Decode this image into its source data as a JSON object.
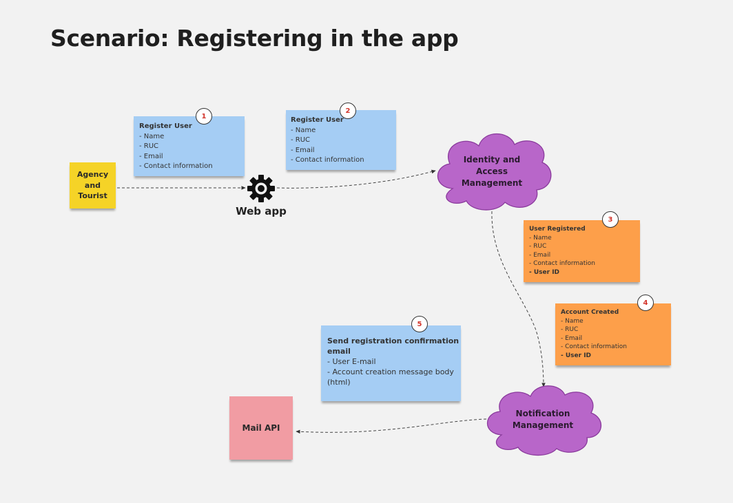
{
  "title": "Scenario: Registering in the app",
  "actors": {
    "agency": {
      "line1": "Agency",
      "line2": "and",
      "line3": "Tourist"
    },
    "webapp": {
      "label": "Web app"
    },
    "mail_api": {
      "label": "Mail API"
    }
  },
  "services": {
    "iam": {
      "line1": "Identity and",
      "line2": "Access",
      "line3": "Management"
    },
    "notification": {
      "line1": "Notification",
      "line2": "Management"
    }
  },
  "notes": {
    "n1": {
      "badge": "1",
      "heading": "Register User",
      "lines": [
        "- Name",
        "- RUC",
        "- Email",
        "- Contact information"
      ]
    },
    "n2": {
      "badge": "2",
      "heading": "Register User",
      "lines": [
        "- Name",
        "- RUC",
        "- Email",
        "- Contact information"
      ]
    },
    "n3": {
      "badge": "3",
      "heading": "User Registered",
      "lines": [
        "- Name",
        "- RUC",
        "- Email",
        "- Contact information",
        "- User ID"
      ]
    },
    "n4": {
      "badge": "4",
      "heading": "Account Created",
      "lines": [
        "- Name",
        "- RUC",
        "- Email",
        "- Contact information",
        "- User ID"
      ]
    },
    "n5": {
      "badge": "5",
      "heading_line1": "Send registration confirmation",
      "heading_line2": "email",
      "lines": [
        "- User E-mail",
        "- Account creation message body",
        "(html)"
      ]
    }
  },
  "colors": {
    "background": "#f2f2f2",
    "blue_note": "#a5cdf4",
    "orange_note": "#fd9f4a",
    "yellow_note": "#f5d327",
    "pink_note": "#f19ca3",
    "cloud_fill": "#b866c9",
    "cloud_stroke": "#8a3a9c",
    "badge_text": "#d2352c"
  },
  "icons": {
    "webapp": "gear-icon"
  }
}
